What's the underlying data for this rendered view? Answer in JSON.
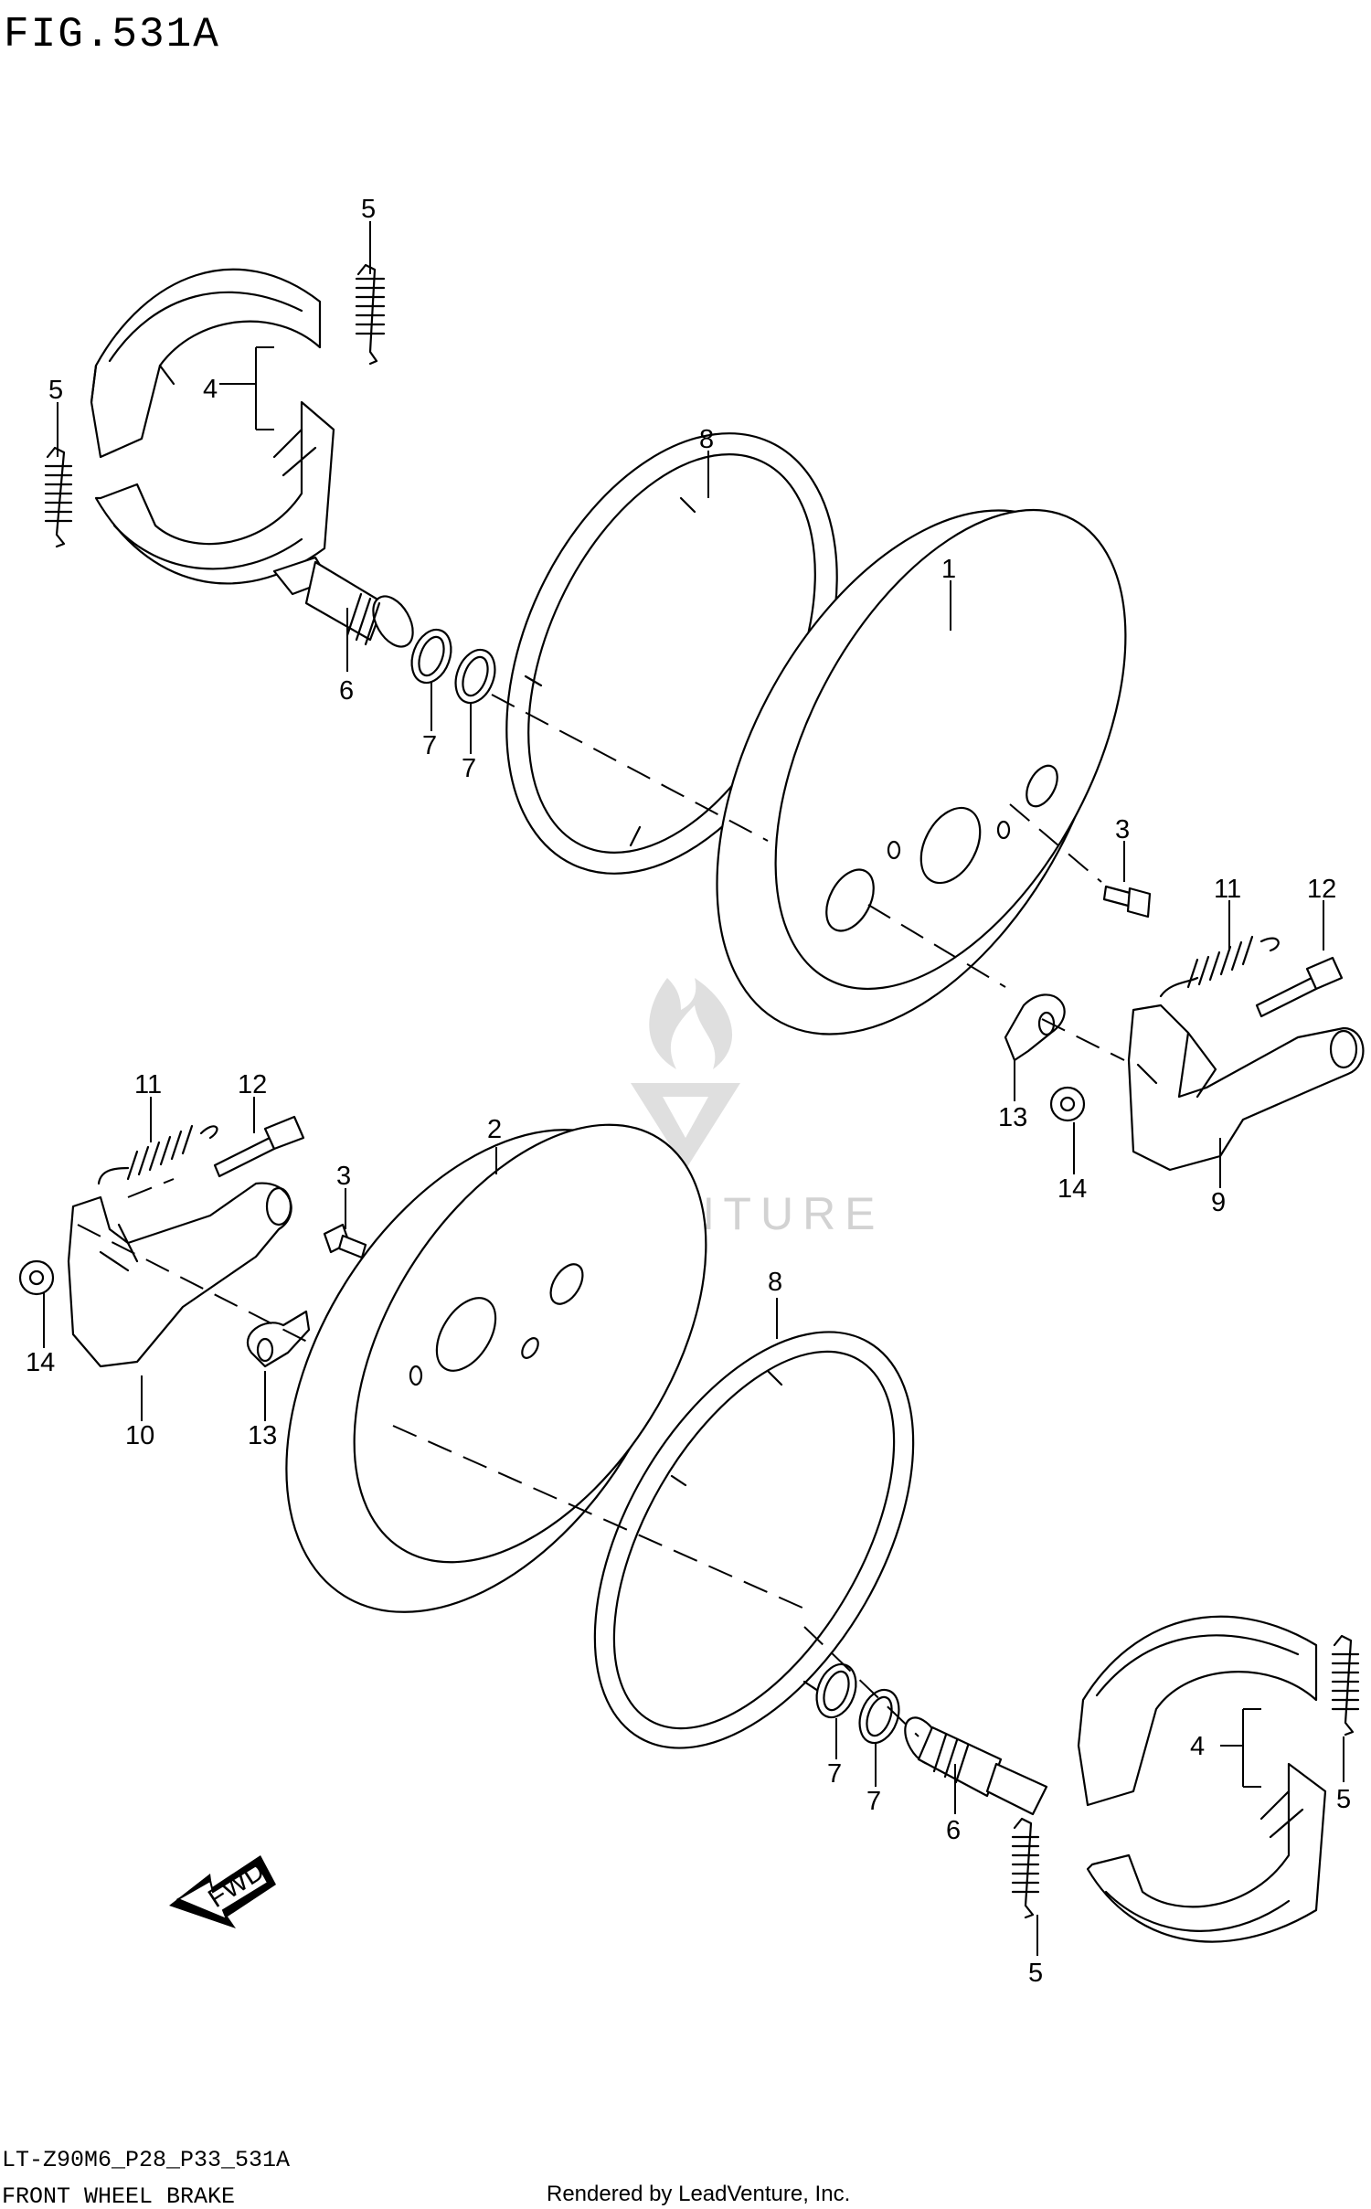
{
  "figure_title": "FIG.531A",
  "footer": {
    "model_code": "LT-Z90M6_P28_P33_531A",
    "section_name": "FRONT WHEEL BRAKE",
    "credit": "Rendered by LeadVenture, Inc."
  },
  "watermark": "LEADVENTURE",
  "fwd_arrow_label": "FWD",
  "callouts": {
    "c1": "1",
    "c2": "2",
    "c3a": "3",
    "c3b": "3",
    "c4a": "4",
    "c4b": "4",
    "c5a": "5",
    "c5b": "5",
    "c5c": "5",
    "c5d": "5",
    "c6a": "6",
    "c6b": "6",
    "c7a": "7",
    "c7b": "7",
    "c7c": "7",
    "c7d": "7",
    "c8a": "8",
    "c8b": "8",
    "c9": "9",
    "c10": "10",
    "c11a": "11",
    "c11b": "11",
    "c12a": "12",
    "c12b": "12",
    "c13a": "13",
    "c13b": "13",
    "c14a": "14",
    "c14b": "14"
  }
}
